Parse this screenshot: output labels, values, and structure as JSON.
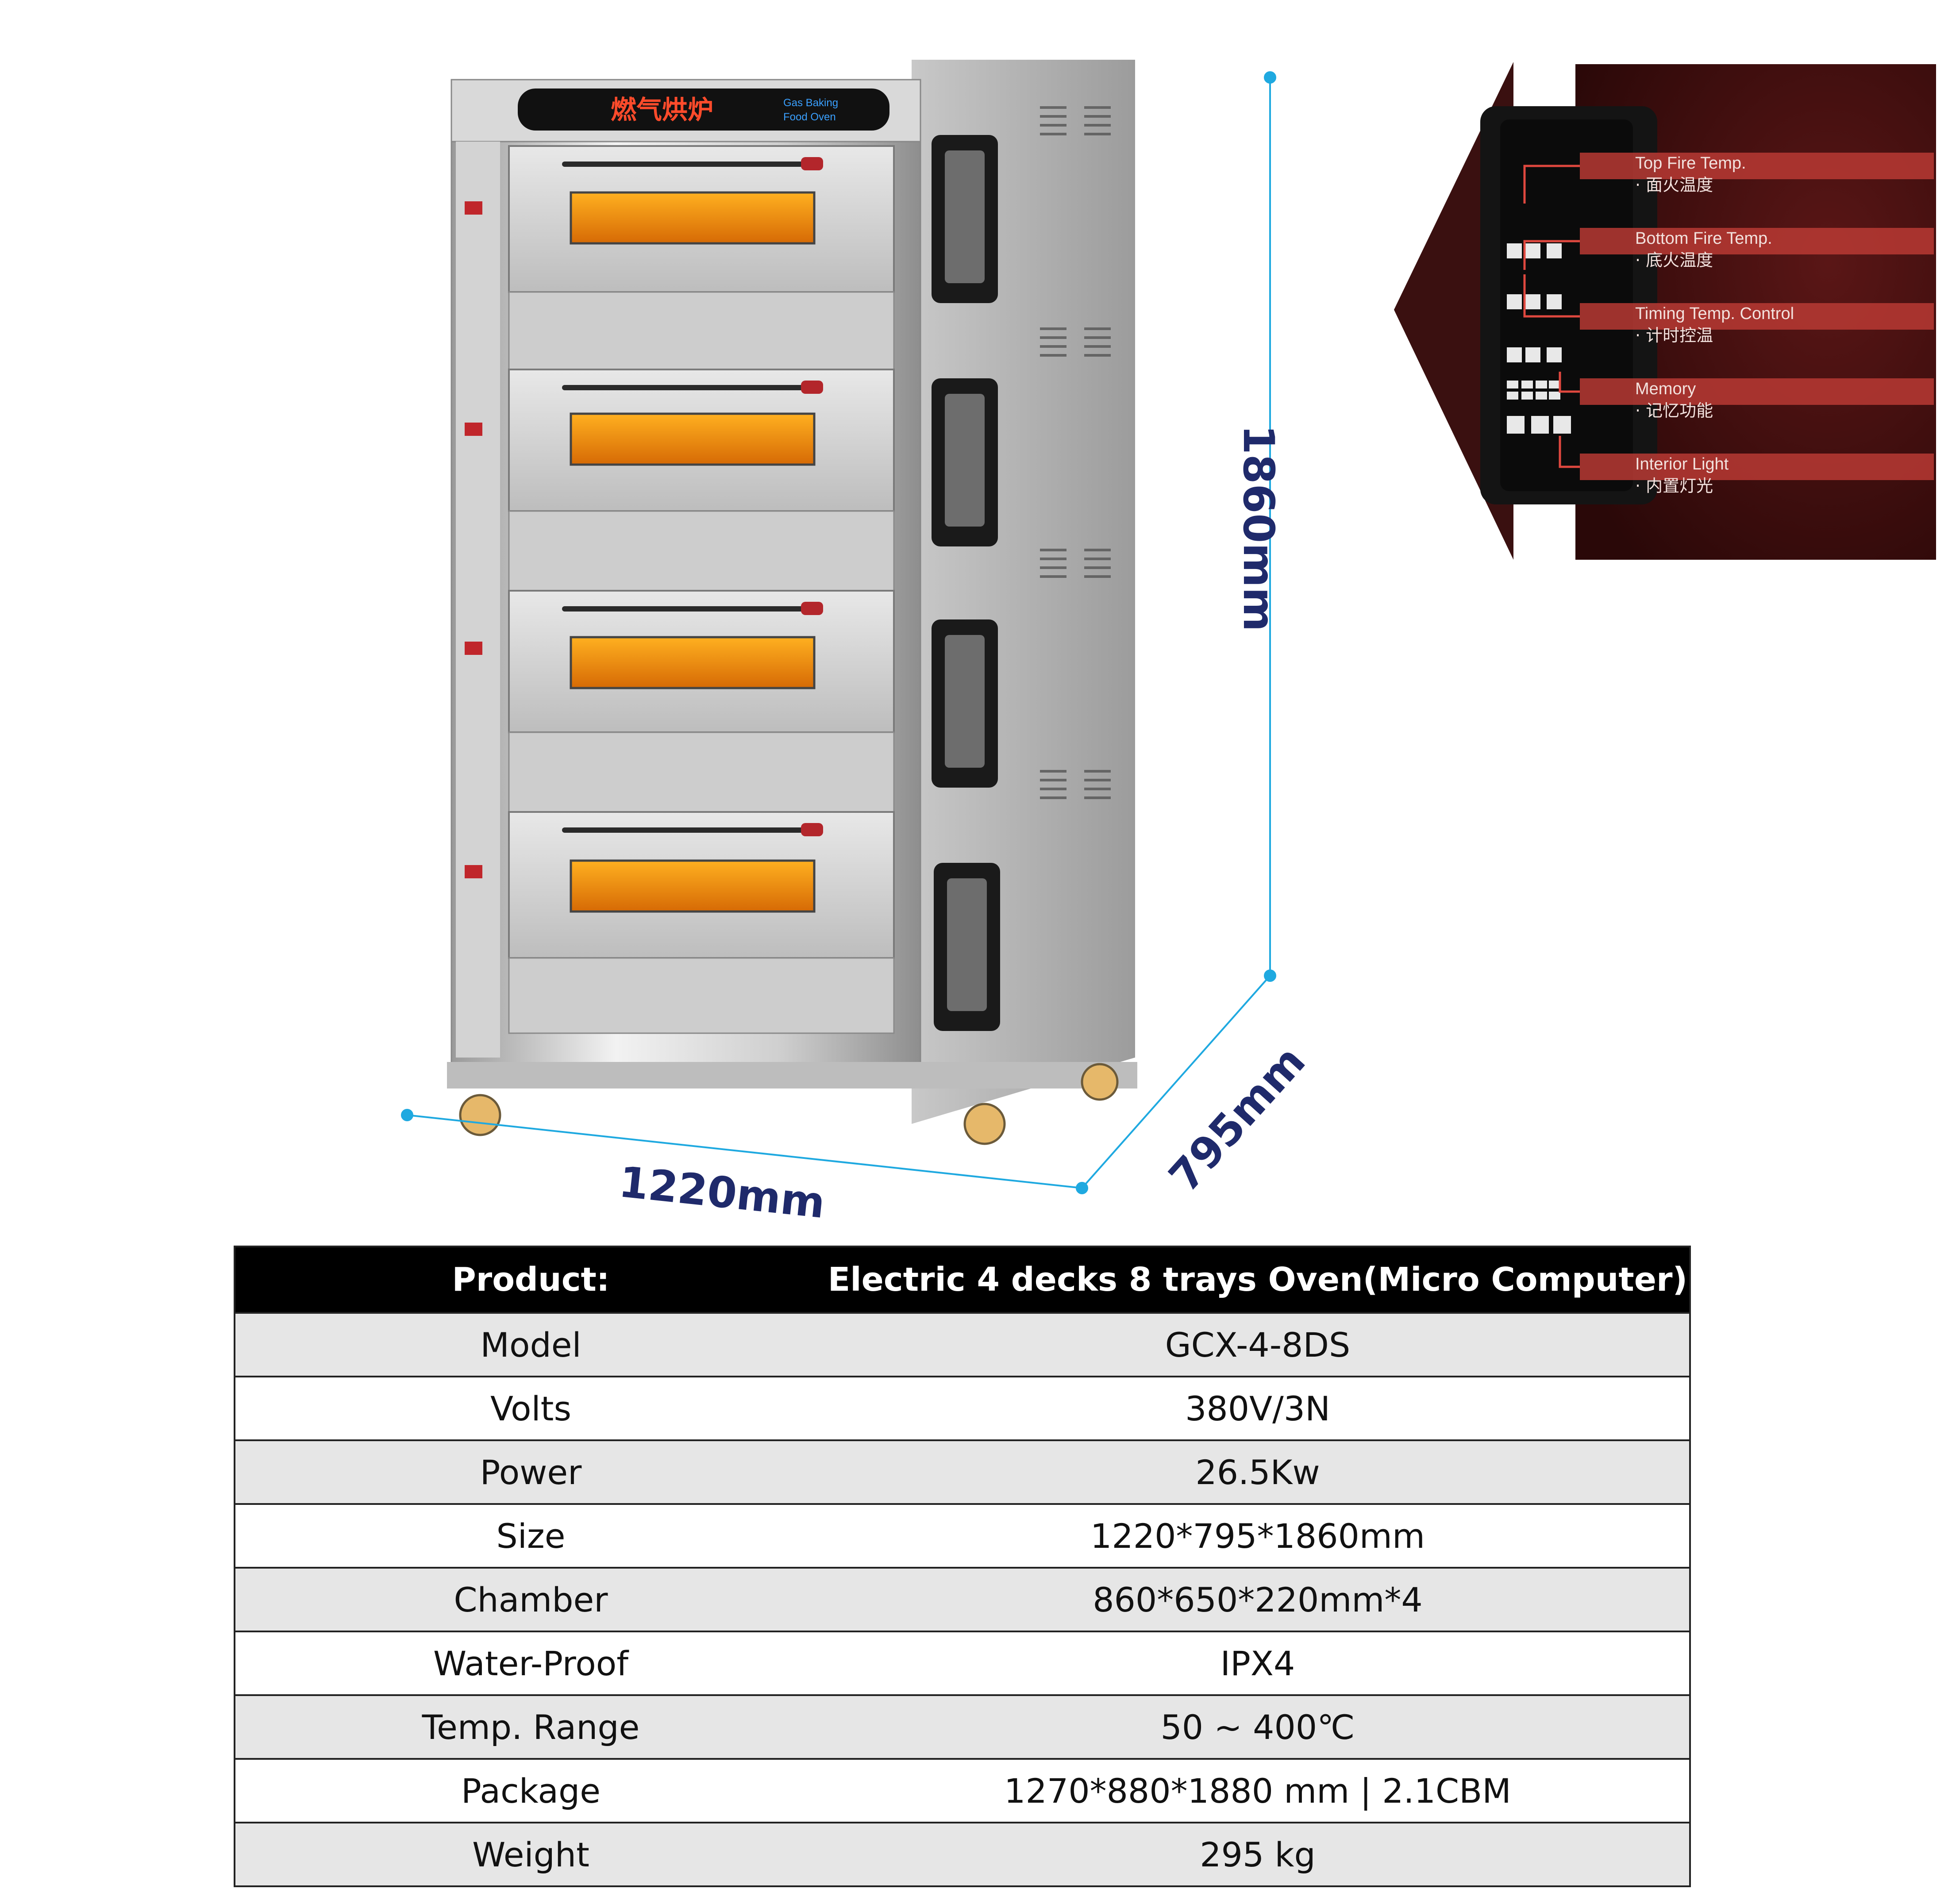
{
  "dimensions": {
    "width": "1220mm",
    "height": "1860mm",
    "depth": "795mm"
  },
  "oven": {
    "sign_text_zh": "燃气烘炉",
    "sign_text_en_1": "Gas Baking",
    "sign_text_en_2": "Food Oven"
  },
  "control_panel": {
    "callouts": [
      {
        "en": "Top Fire Temp.",
        "zh": "· 面火温度"
      },
      {
        "en": "Bottom Fire Temp.",
        "zh": "· 底火温度"
      },
      {
        "en": "Timing Temp. Control",
        "zh": "· 计时控温"
      },
      {
        "en": "Memory",
        "zh": "· 记忆功能"
      },
      {
        "en": "Interior Light",
        "zh": "· 内置灯光"
      }
    ]
  },
  "spec_table": {
    "header": {
      "label": "Product:",
      "value": "Electric 4 decks 8 trays Oven(Micro Computer)"
    },
    "rows": [
      {
        "label": "Model",
        "value": "GCX-4-8DS"
      },
      {
        "label": "Volts",
        "value": "380V/3N"
      },
      {
        "label": "Power",
        "value": "26.5Kw"
      },
      {
        "label": "Size",
        "value": "1220*795*1860mm"
      },
      {
        "label": "Chamber",
        "value": "860*650*220mm*4"
      },
      {
        "label": "Water-Proof",
        "value": "IPX4"
      },
      {
        "label": "Temp. Range",
        "value": "50 ~ 400℃"
      },
      {
        "label": "Package",
        "value": "1270*880*1880 mm | 2.1CBM"
      },
      {
        "label": "Weight",
        "value": "295 kg"
      }
    ]
  },
  "colors": {
    "dimension_line": "#1fa9e0",
    "dimension_text": "#1f2a6b",
    "table_header_bg": "#000000",
    "table_row_shaded": "#e6e6e6",
    "callout_panel_bg": "#3a0c0c",
    "callout_bar": "#b83a34"
  }
}
